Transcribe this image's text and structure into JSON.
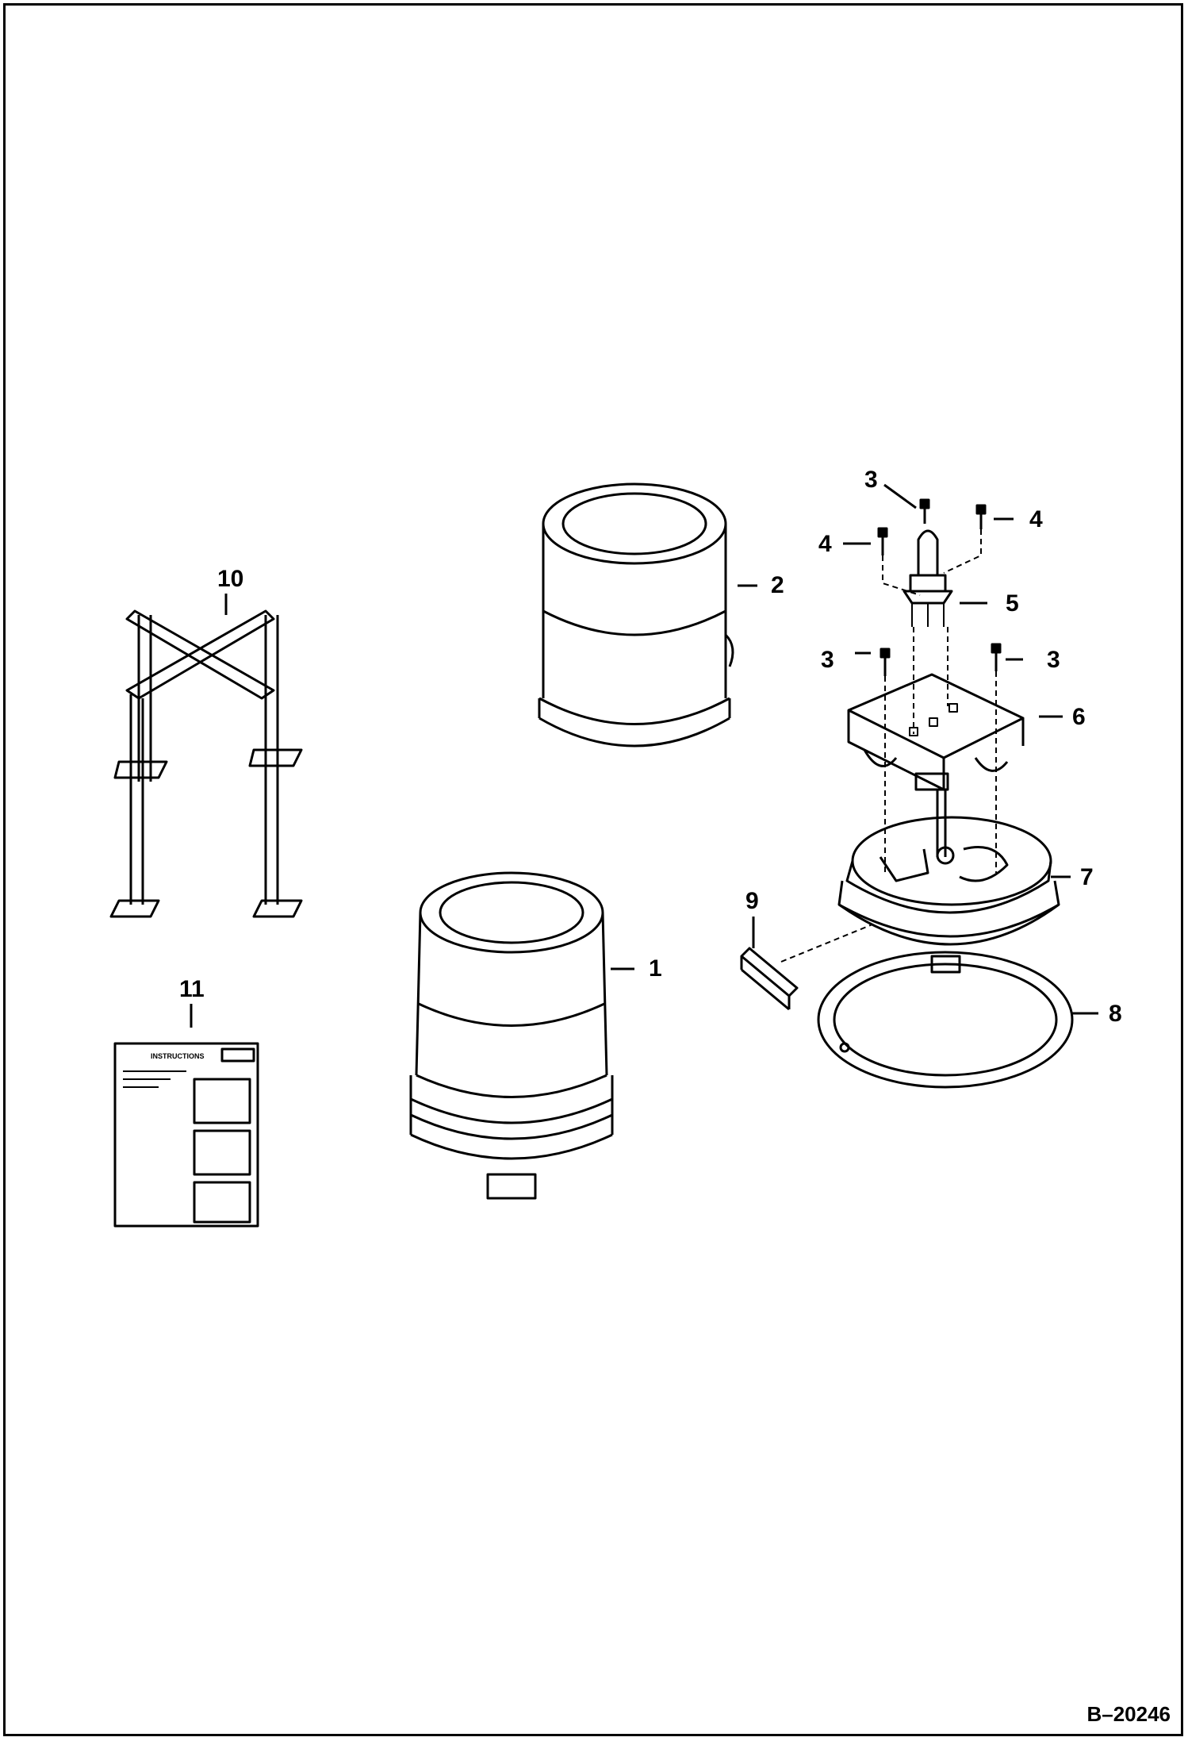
{
  "figure_id": "B–20246",
  "callouts": {
    "c1": "1",
    "c2": "2",
    "c3a": "3",
    "c3b": "3",
    "c3c": "3",
    "c4a": "4",
    "c4b": "4",
    "c5": "5",
    "c6": "6",
    "c7": "7",
    "c8": "8",
    "c9": "9",
    "c10": "10",
    "c11": "11"
  },
  "instruction_sheet": {
    "heading": "INSTRUCTIONS"
  }
}
